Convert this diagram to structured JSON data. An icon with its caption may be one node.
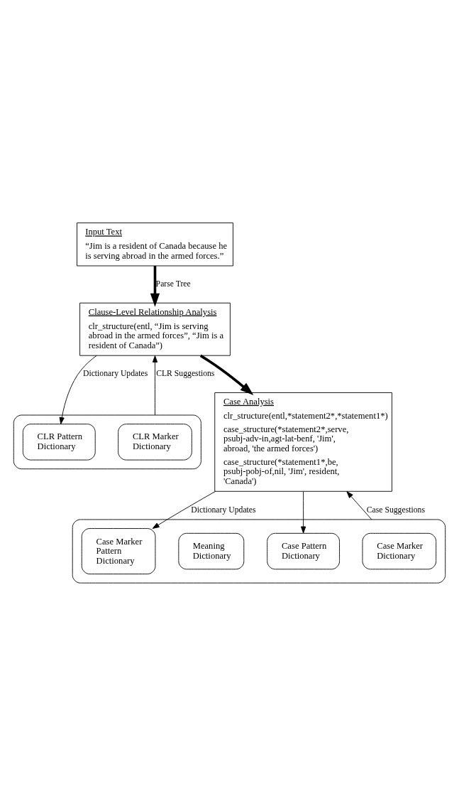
{
  "diagram": {
    "nodes": [
      {
        "text": [
          "Input Text",
          "“Jim is a resident of Canada because he is serving abroad in the armed forces.”"
        ]
      },
      {
        "text": [
          "Clause-Level Relationship Analysis",
          "clr_structure(entl, “Jim is serving abroad in the armed forces”, “Jim is a resident of Canada”)"
        ]
      },
      {
        "text": [],
        "shape": "box"
      },
      {
        "text": [
          "CLR Marker Dictionary"
        ],
        "in": 2
      },
      {
        "text": [
          "CLR Pattern Dictionary"
        ],
        "in": 2
      },
      {
        "text": [
          "Case Analysis",
          "clr_structure(entl,*statement2*,*statement1*)",
          "case_structure(*statement2*,serve, psubj-adv-in,agt-lat-benf, 'Jim', abroad, 'the armed forces')",
          "case_structure(*statement1*,be, psubj-pobj-of,nil, 'Jim', resident, 'Canada')"
        ]
      },
      {
        "text": [],
        "shape": "box"
      },
      {
        "text": [
          "Case Marker Dictionary"
        ],
        "in": 6
      },
      {
        "text": [
          "Case Marker Pattern Dictionary"
        ],
        "in": 6
      },
      {
        "text": [
          "Meaning Dictionary"
        ],
        "in": 6
      },
      {
        "text": [
          "Case Pattern Dictionary"
        ],
        "in": 6
      }
    ],
    "edges": [
      {
        "from": 0,
        "to": 1,
        "arrow": "to",
        "label": "Parse Tree",
        "style": "thick"
      },
      {
        "from": 1,
        "to": 5,
        "arrow": "to",
        "style": "thick"
      },
      {
        "from": 2,
        "to": 1,
        "arrow": "to",
        "label": "CLR Suggestions"
      },
      {
        "from": 1,
        "to": 4,
        "arrow": "to",
        "label": "Dictionary Updates"
      },
      {
        "from": 6,
        "to": 5,
        "arrow": "to",
        "label": "Case Suggestions"
      },
      {
        "from": 5,
        "to": 8,
        "arrow": "to",
        "label": "Dictionary Updates"
      },
      {
        "from": 5,
        "to": 10,
        "arrow": "to"
      }
    ]
  }
}
